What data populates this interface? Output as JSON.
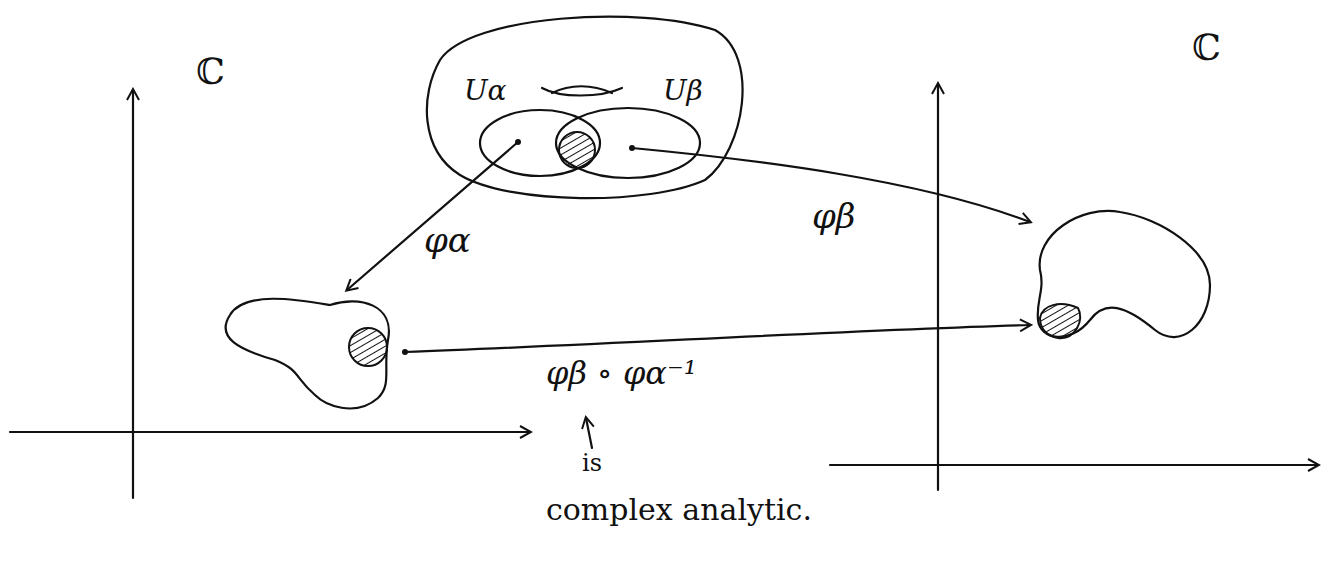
{
  "diagram": {
    "nodes": [
      {
        "text": [
          "Uα"
        ]
      },
      {
        "text": [
          "Uβ"
        ]
      }
    ],
    "labels": [
      "ℂ",
      "ℂ",
      "φα",
      "φβ",
      "φβ ∘ φα⁻¹",
      "is",
      "complex analytic."
    ]
  }
}
